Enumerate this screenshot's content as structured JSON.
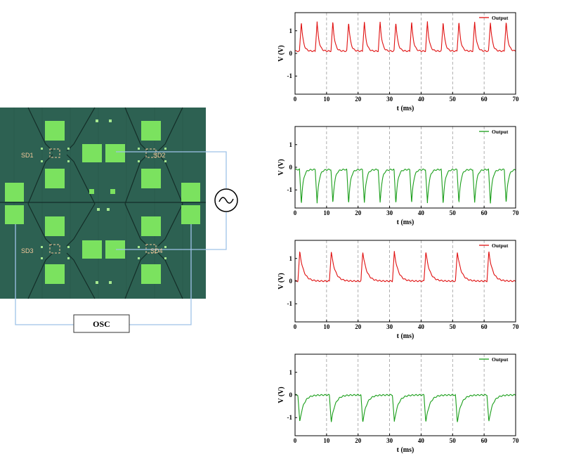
{
  "device": {
    "labels": [
      "SD1",
      "SD2",
      "SD3",
      "SD4"
    ],
    "source_symbol": "~",
    "instrument_label": "OSC",
    "colors": {
      "substrate": "#2d6152",
      "pad": "#7be25f",
      "wire": "#9fc2e8",
      "label": "#f2c79a"
    }
  },
  "chart_data": [
    {
      "type": "line",
      "legend": "Output",
      "legend_position": "top-right",
      "color": "#e01010",
      "xlabel": "t (ms)",
      "ylabel": "V (V)",
      "xlim": [
        0,
        70
      ],
      "ylim": [
        -1.8,
        1.8
      ],
      "xticks": [
        0,
        10,
        20,
        30,
        40,
        50,
        60,
        70
      ],
      "yticks": [
        1,
        0,
        -1
      ],
      "pulse": {
        "polarity": 1,
        "period_ms": 5,
        "first_ms": 2,
        "amplitude_v": 1.4,
        "baseline_v": 0.1,
        "count": 14
      },
      "dashed_lines_ms": [
        10,
        20,
        30,
        40,
        50,
        60
      ]
    },
    {
      "type": "line",
      "legend": "Output",
      "legend_position": "top-right",
      "color": "#1a9e1a",
      "xlabel": "t (ms)",
      "ylabel": "V (V)",
      "xlim": [
        0,
        70
      ],
      "ylim": [
        -1.8,
        1.8
      ],
      "xticks": [
        0,
        10,
        20,
        30,
        40,
        50,
        60,
        70
      ],
      "yticks": [
        1,
        0,
        -1
      ],
      "pulse": {
        "polarity": -1,
        "period_ms": 5,
        "first_ms": 2,
        "amplitude_v": -1.6,
        "baseline_v": -0.1,
        "count": 14
      },
      "dashed_lines_ms": [
        10,
        20,
        30,
        40,
        50,
        60
      ]
    },
    {
      "type": "line",
      "legend": "Output",
      "legend_position": "top-right",
      "color": "#e01010",
      "xlabel": "t (ms)",
      "ylabel": "V (V)",
      "xlim": [
        0,
        70
      ],
      "ylim": [
        -1.8,
        1.8
      ],
      "xticks": [
        0,
        10,
        20,
        30,
        40,
        50,
        60,
        70
      ],
      "yticks": [
        1,
        0,
        -1
      ],
      "pulse": {
        "polarity": 1,
        "period_ms": 10,
        "first_ms": 1.5,
        "amplitude_v": 1.3,
        "baseline_v": 0,
        "count": 7
      },
      "dashed_lines_ms": [
        10,
        20,
        30,
        40,
        50,
        60
      ]
    },
    {
      "type": "line",
      "legend": "Output",
      "legend_position": "top-right",
      "color": "#1a9e1a",
      "xlabel": "t (ms)",
      "ylabel": "V (V)",
      "xlim": [
        0,
        70
      ],
      "ylim": [
        -1.8,
        1.8
      ],
      "xticks": [
        0,
        10,
        20,
        30,
        40,
        50,
        60,
        70
      ],
      "yticks": [
        1,
        0,
        -1
      ],
      "pulse": {
        "polarity": -1,
        "period_ms": 10,
        "first_ms": 1.5,
        "amplitude_v": -1.2,
        "baseline_v": 0,
        "count": 7
      },
      "dashed_lines_ms": [
        10,
        20,
        30,
        40,
        50,
        60
      ]
    }
  ]
}
